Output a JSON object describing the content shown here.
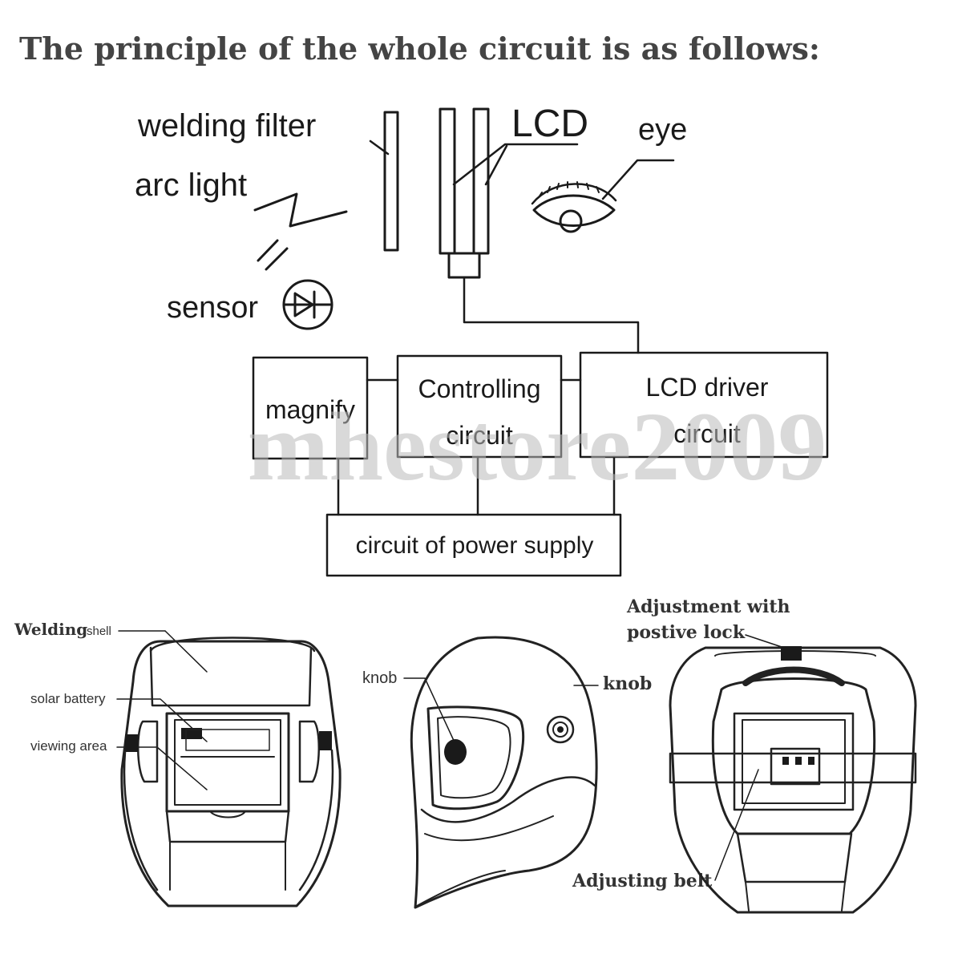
{
  "title": "The principle of the whole circuit is as follows:",
  "diagram": {
    "labels": {
      "welding_filter": "welding filter",
      "lcd": "LCD",
      "eye": "eye",
      "arc_light": "arc light",
      "sensor": "sensor"
    },
    "blocks": {
      "magnify": "magnify",
      "controlling_line1": "Controlling",
      "controlling_line2": "circuit",
      "lcd_driver_line1": "LCD driver",
      "lcd_driver_line2": "circuit",
      "power_supply": "circuit of power supply"
    }
  },
  "watermark": "mhestore2009",
  "helmets": {
    "front": {
      "welding": "Welding",
      "shell": "shell",
      "solar_battery": "solar battery",
      "viewing_area": "viewing area"
    },
    "side": {
      "knob_left": "knob",
      "knob_right": "knob"
    },
    "back": {
      "adjustment_line1": "Adjustment with",
      "adjustment_line2": "postive lock",
      "adjusting_belt": "Adjusting belt"
    }
  },
  "colors": {
    "ink": "#1a1a1a",
    "title": "#444444",
    "watermark": "#b9b9b9"
  }
}
